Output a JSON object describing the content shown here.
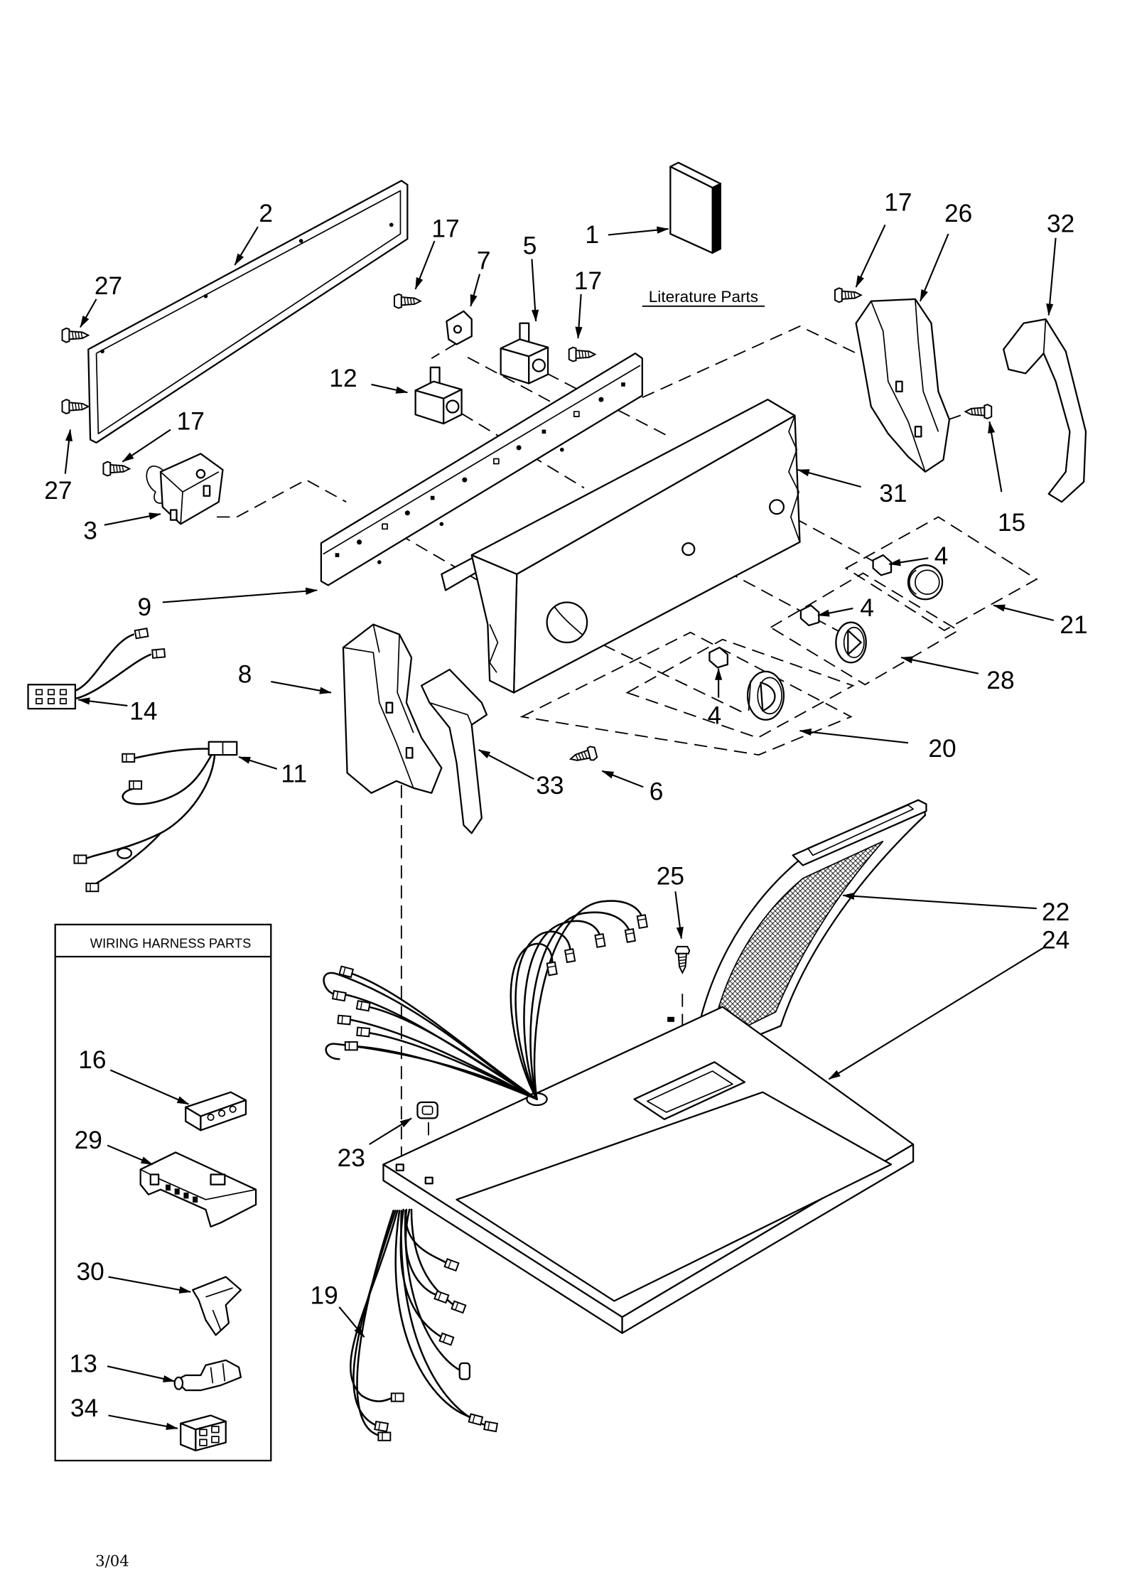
{
  "callouts": {
    "c1": "1",
    "c2": "2",
    "c3": "3",
    "c4a": "4",
    "c4b": "4",
    "c4c": "4",
    "c5": "5",
    "c6": "6",
    "c7": "7",
    "c8": "8",
    "c9": "9",
    "c11": "11",
    "c12": "12",
    "c13": "13",
    "c14": "14",
    "c15": "15",
    "c16": "16",
    "c17a": "17",
    "c17b": "17",
    "c17c": "17",
    "c17d": "17",
    "c19": "19",
    "c20": "20",
    "c21": "21",
    "c22": "22",
    "c23": "23",
    "c24": "24",
    "c25": "25",
    "c26": "26",
    "c27a": "27",
    "c27b": "27",
    "c28": "28",
    "c29": "29",
    "c30": "30",
    "c31": "31",
    "c32": "32",
    "c33": "33",
    "c34": "34"
  },
  "literature_label": "Literature Parts",
  "wiring_box_title": "WIRING HARNESS PARTS",
  "date": "3/04"
}
